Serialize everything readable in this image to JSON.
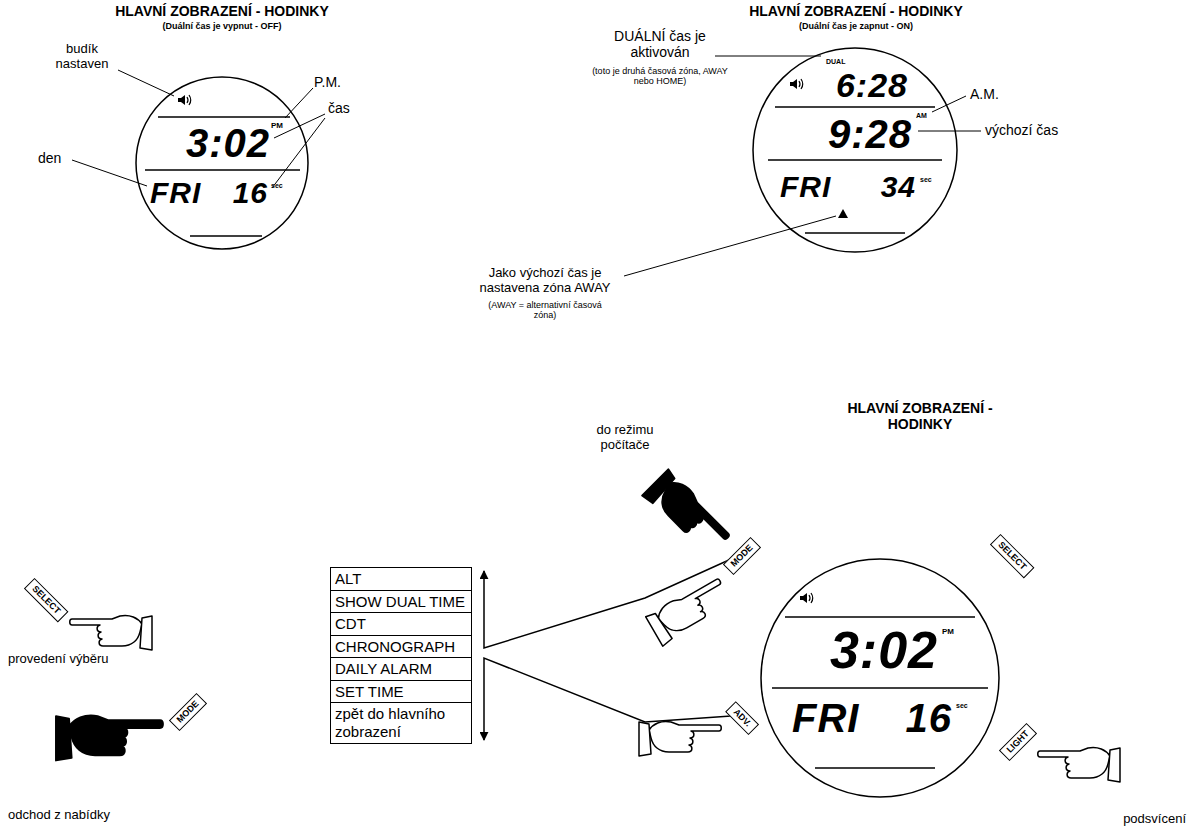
{
  "diagram": {
    "nodes": [
      {
        "text": [
          "PM",
          "3:02",
          "FRI",
          "16",
          "sec"
        ]
      },
      {
        "text": [
          "DUAL",
          "6:28",
          "AM",
          "9:28",
          "FRI",
          "34",
          "sec"
        ]
      },
      {
        "text": [
          "MODE"
        ]
      },
      {
        "text": [
          "SELECT"
        ]
      },
      {
        "text": [
          "SELECT"
        ]
      },
      {
        "text": [
          "ALT"
        ]
      },
      {
        "text": [
          "SHOW DUAL TIME"
        ]
      },
      {
        "text": [
          "CDT"
        ]
      },
      {
        "text": [
          "CHRONOGRAPH"
        ]
      },
      {
        "text": [
          "DAILY ALARM"
        ]
      },
      {
        "text": [
          "SET TIME"
        ]
      },
      {
        "text": [
          "zpět do hlavního zobrazení"
        ]
      },
      {
        "text": [
          "3:02",
          "PM",
          "FRI",
          "16",
          "sec"
        ]
      },
      {
        "text": [
          "MODE"
        ]
      },
      {
        "text": [
          "ADV."
        ]
      },
      {
        "text": [
          "LIGHT"
        ]
      }
    ],
    "edges": [
      {
        "from": 2,
        "to": 5,
        "arrow": "to"
      },
      {
        "from": 14,
        "to": 11,
        "arrow": "to"
      }
    ],
    "labels": [
      "HLAVNÍ ZOBRAZENÍ - HODINKY",
      "(Duální čas je vypnut - OFF)",
      "budík nastaven",
      "P.M.",
      "čas",
      "den",
      "HLAVNÍ ZOBRAZENÍ - HODINKY",
      "(Duální čas je zapnut - ON)",
      "DUÁLNÍ čas je aktivován",
      "(toto je druhá časová zóna, AWAY nebo HOME)",
      "A.M.",
      "výchozí čas",
      "Jako výchozí čas je nastavena zóna AWAY",
      "(AWAY = alternativní časová zóna)",
      "do režimu počítače",
      "HLAVNÍ ZOBRAZENÍ - HODINKY",
      "provedení výběru",
      "odchod z nabídky",
      "podsvícení"
    ]
  }
}
